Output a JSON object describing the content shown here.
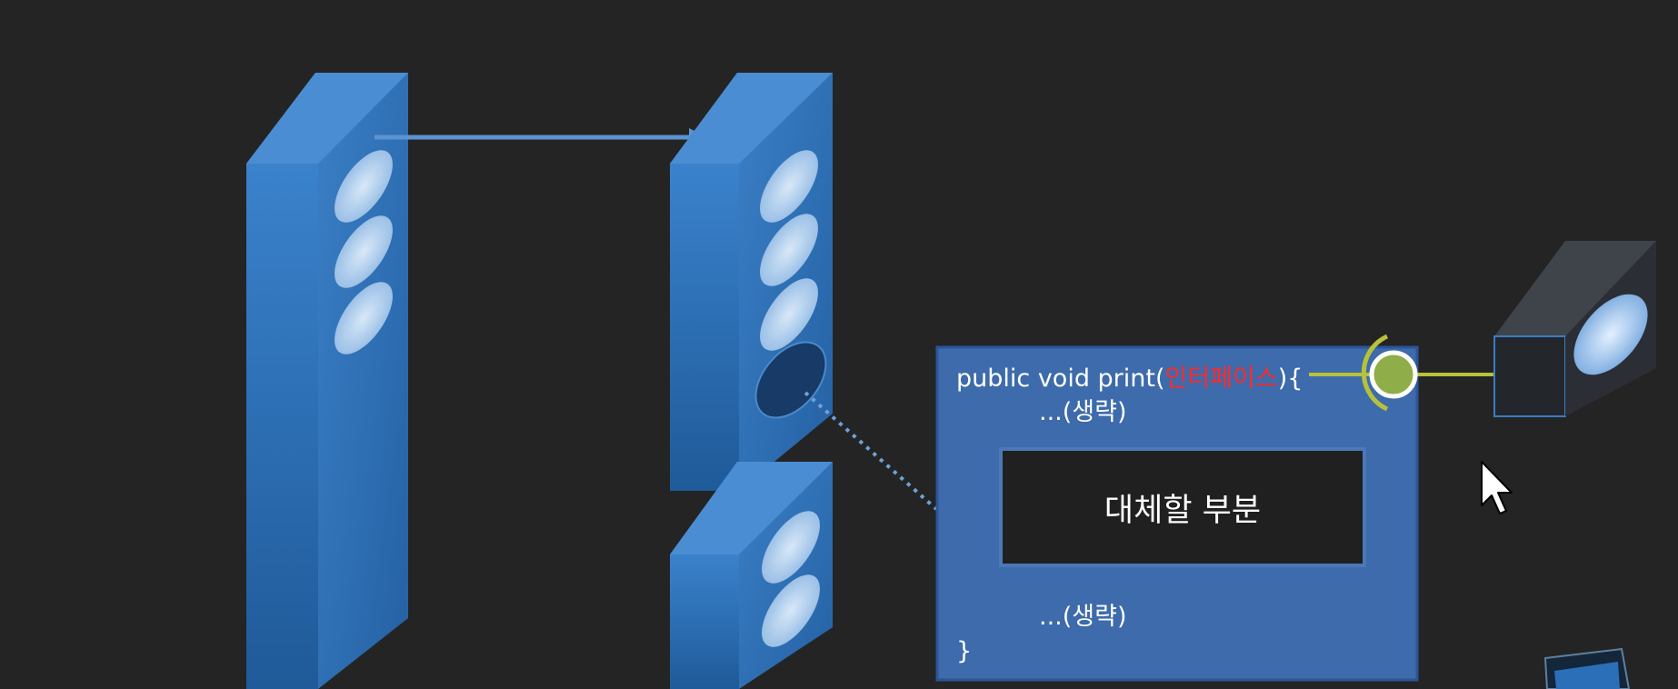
{
  "code_box": {
    "signature_prefix": "public void print(",
    "signature_param": "인터페이스",
    "signature_suffix": "){",
    "omitted_top": "...(생략)",
    "replace_label": "대체할 부분",
    "omitted_bottom": "...(생략)",
    "closing_brace": "}"
  },
  "colors": {
    "background": "#242424",
    "block_front": "#2f73bb",
    "block_side": "#2462a6",
    "block_top": "#4e8fd4",
    "code_box_fill": "#3d6bab",
    "code_box_border": "#2b559a",
    "replace_box_fill": "#202020",
    "keyword_red": "#ff2a2a",
    "connector_green": "#b7c13a",
    "socket_ball": "#8fad48",
    "plug_block": "#2c3036"
  },
  "icons": [
    "arrow-icon",
    "mouse-pointer-icon",
    "socket-icon",
    "plug-icon"
  ]
}
